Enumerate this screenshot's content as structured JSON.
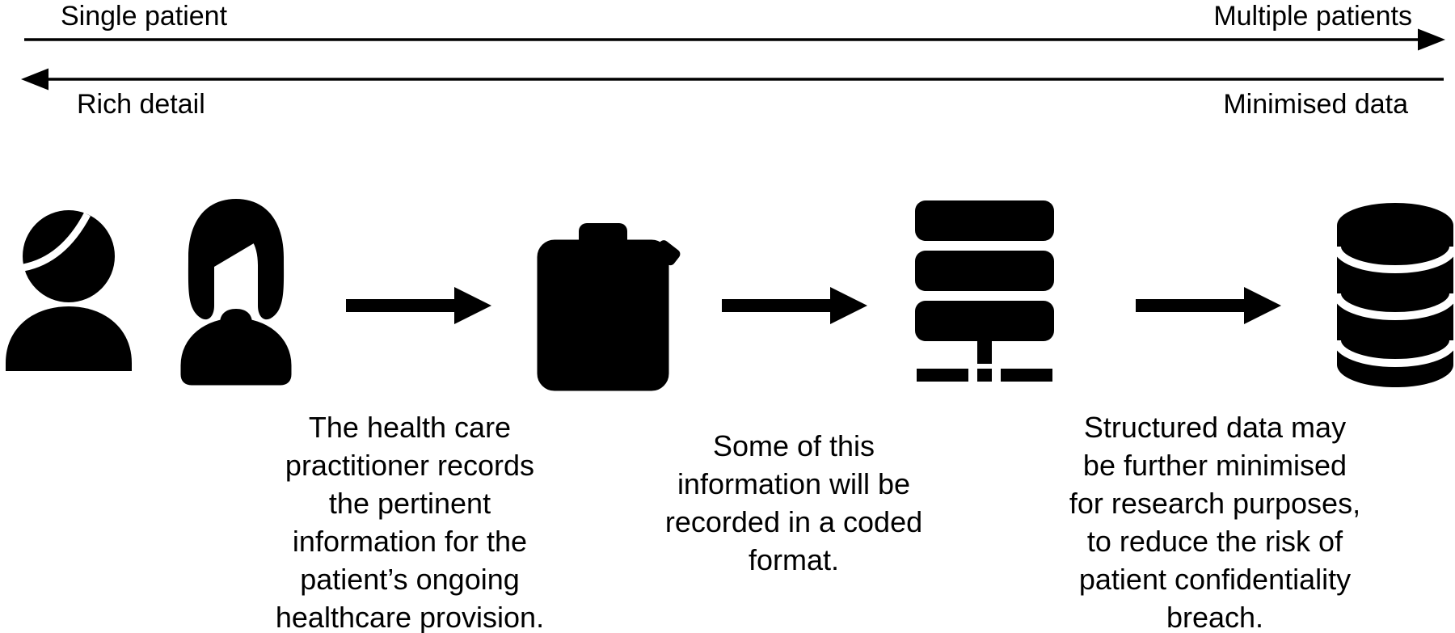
{
  "colors": {
    "ink": "#000000",
    "background": "#ffffff"
  },
  "axes": {
    "top": {
      "left_label": "Single patient",
      "right_label": "Multiple patients",
      "direction": "right"
    },
    "bottom": {
      "left_label": "Rich detail",
      "right_label": "Minimised data",
      "direction": "left"
    }
  },
  "flow": {
    "icons": [
      {
        "name": "patient-icon"
      },
      {
        "name": "doctor-icon"
      },
      {
        "name": "clipboard-pencil-icon"
      },
      {
        "name": "server-icon"
      },
      {
        "name": "database-icon"
      }
    ],
    "captions": [
      {
        "lines": [
          "The health care",
          "practitioner records",
          "the pertinent",
          "information for the",
          "patient’s ongoing",
          "healthcare provision."
        ]
      },
      {
        "lines": [
          "Some of this",
          "information will be",
          "recorded in a coded",
          "format."
        ]
      },
      {
        "lines": [
          "Structured data may",
          "be further minimised",
          "for research purposes,",
          "to reduce the risk of",
          "patient confidentiality",
          "breach."
        ]
      }
    ]
  }
}
